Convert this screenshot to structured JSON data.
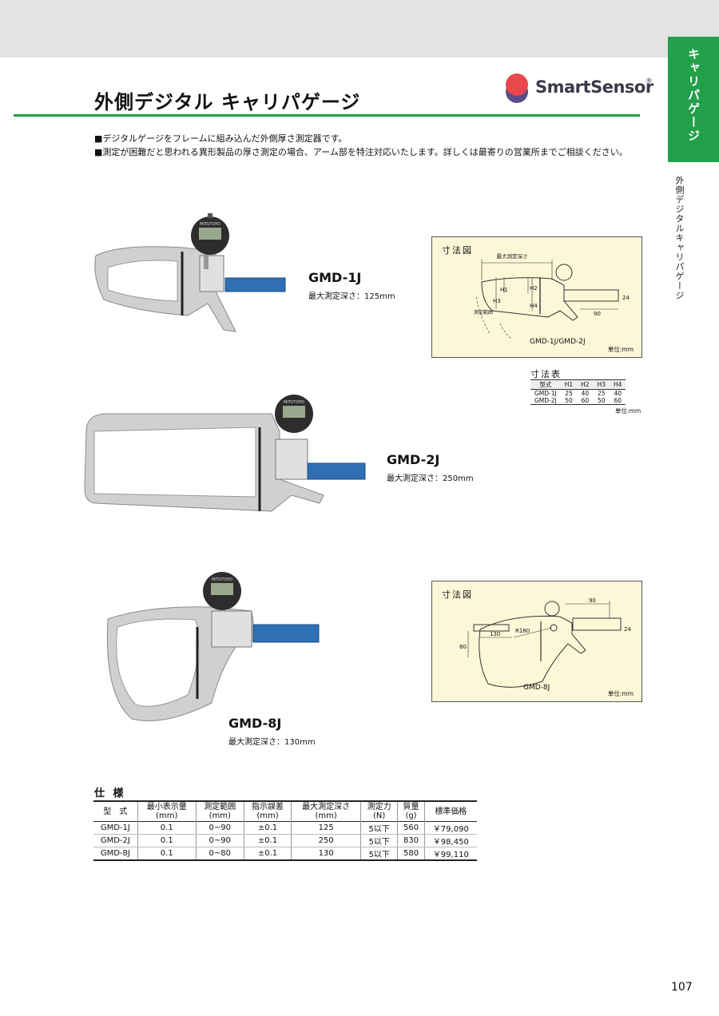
{
  "side_tab": "キャリパゲージ",
  "side_label": "外側デジタルキャリパゲージ",
  "title": "外側デジタル キャリパゲージ",
  "logo": {
    "text": "SmartSensor",
    "mark": "®",
    "colors": [
      "#e8474c",
      "#5b4c8a"
    ]
  },
  "bullets": [
    "■デジタルゲージをフレームに組み込んだ外側厚さ測定器です。",
    "■測定が困難だと思われる異形製品の厚さ測定の場合、アーム部を特注対応いたします。詳しくは最寄りの営業所までご相談ください。"
  ],
  "products": [
    {
      "name": "GMD-1J",
      "depth": "最大測定深さ：125mm"
    },
    {
      "name": "GMD-2J",
      "depth": "最大測定深さ：250mm"
    },
    {
      "name": "GMD-8J",
      "depth": "最大測定深さ：130mm"
    }
  ],
  "gauge_label": "MITUTOYO",
  "diagram1": {
    "title": "寸法図",
    "labels": {
      "depth": "最大測定深さ",
      "range": "測定範囲",
      "h1": "H1",
      "h2": "H2",
      "h3": "H3",
      "h4": "H4",
      "d90": "90",
      "d24": "24"
    },
    "caption": "GMD-1J/GMD-2J",
    "unit": "単位:mm"
  },
  "dim_table": {
    "title": "寸法表",
    "headers": [
      "型式",
      "H1",
      "H2",
      "H3",
      "H4"
    ],
    "rows": [
      [
        "GMD-1J",
        "25",
        "40",
        "25",
        "40"
      ],
      [
        "GMD-2J",
        "50",
        "60",
        "50",
        "60"
      ]
    ],
    "unit": "単位:mm"
  },
  "diagram2": {
    "title": "寸法図",
    "labels": {
      "d90": "90",
      "d24": "24",
      "r180": "R180",
      "d130": "130",
      "d80": "80"
    },
    "caption": "GMD-8J",
    "unit": "単位:mm"
  },
  "spec": {
    "title": "仕 様",
    "headers": [
      [
        "型　式",
        ""
      ],
      [
        "最小表示量",
        "(mm)"
      ],
      [
        "測定範囲",
        "(mm)"
      ],
      [
        "指示誤差",
        "(mm)"
      ],
      [
        "最大測定深さ",
        "(mm)"
      ],
      [
        "測定力",
        "(N)"
      ],
      [
        "質量",
        "(g)"
      ],
      [
        "標準価格",
        ""
      ]
    ],
    "rows": [
      [
        "GMD-1J",
        "0.1",
        "0~90",
        "±0.1",
        "125",
        "5以下",
        "560",
        "￥79,090"
      ],
      [
        "GMD-2J",
        "0.1",
        "0~90",
        "±0.1",
        "250",
        "5以下",
        "830",
        "￥98,450"
      ],
      [
        "GMD-8J",
        "0.1",
        "0~80",
        "±0.1",
        "130",
        "5以下",
        "580",
        "￥99,110"
      ]
    ]
  },
  "page_number": "107"
}
